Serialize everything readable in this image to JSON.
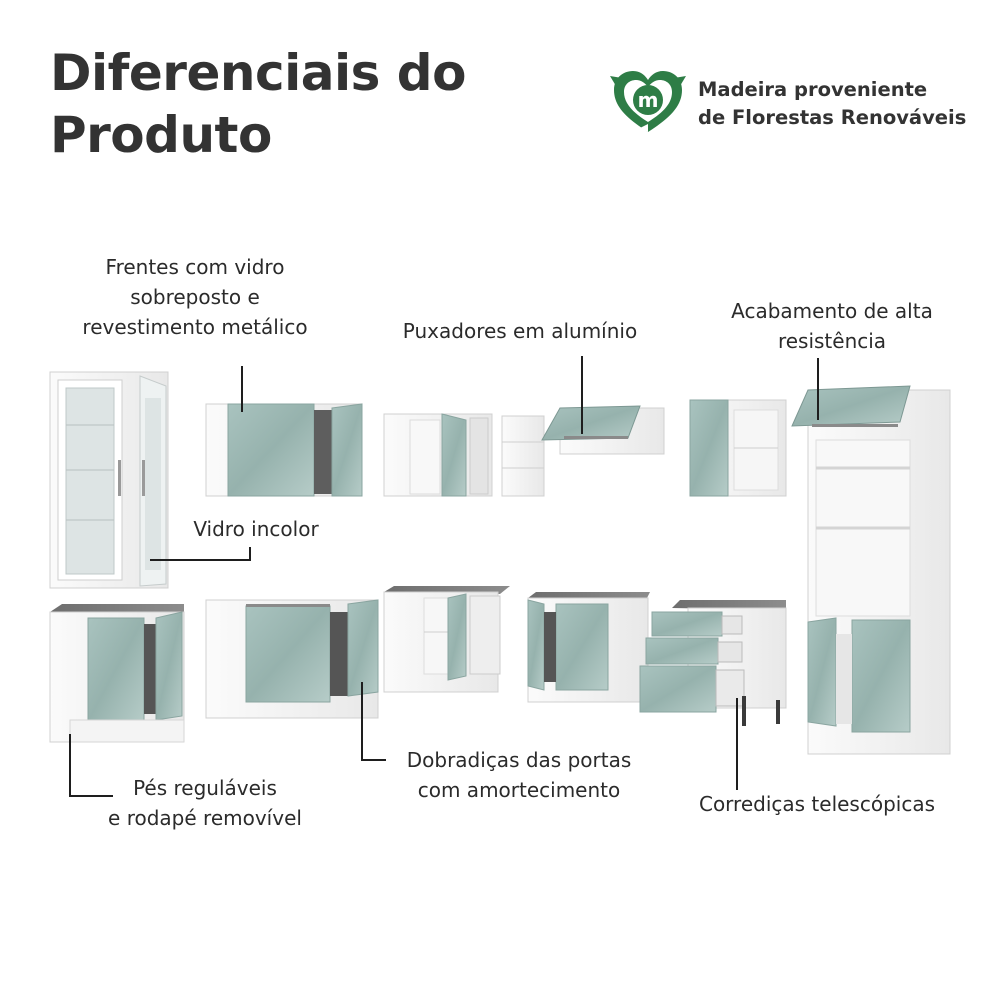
{
  "header": {
    "title_line1": "Diferenciais do",
    "title_line2": "Produto"
  },
  "badge": {
    "icon": "recycle-heart-icon",
    "letter": "m",
    "line1": "Madeira proveniente",
    "line2": "de Florestas Renováveis"
  },
  "features": {
    "glass_fronts": [
      "Frentes com vidro",
      "sobreposto e",
      "revestimento metálico"
    ],
    "handles": [
      "Puxadores em alumínio"
    ],
    "finish": [
      "Acabamento de alta",
      "resistência"
    ],
    "clear_glass": [
      "Vidro incolor"
    ],
    "feet": [
      "Pés reguláveis",
      "e rodapé removível"
    ],
    "hinges": [
      "Dobradiças das portas",
      "com amortecimento"
    ],
    "slides": [
      "Corrediças telescópicas"
    ]
  },
  "colors": {
    "accent_green": "#2e7d46",
    "door_sage": "#9fbab5",
    "cabinet_white": "#f2f2f2",
    "countertop_gray": "#7b7b7b"
  }
}
